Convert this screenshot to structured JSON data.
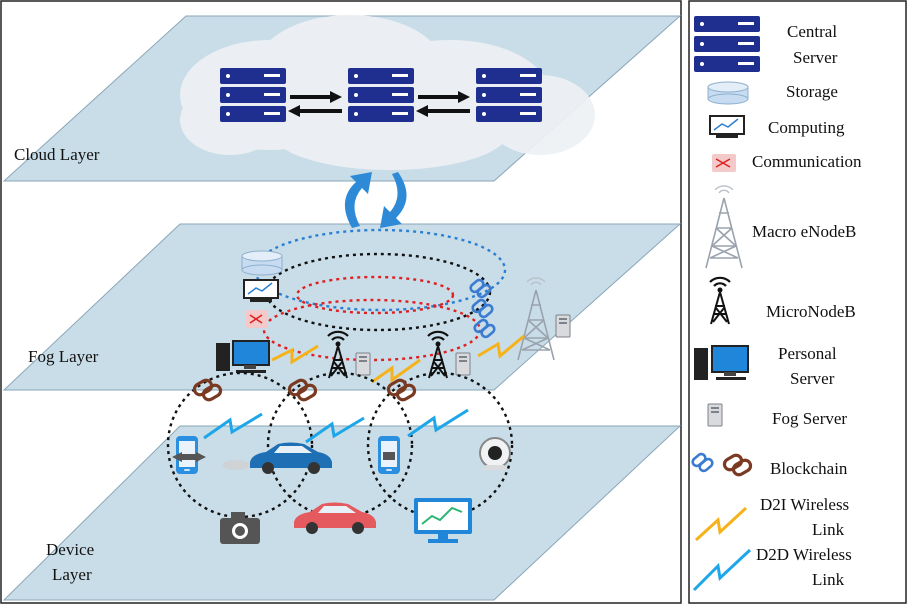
{
  "layers": {
    "cloud": "Cloud Layer",
    "fog": "Fog Layer",
    "device_line1": "Device",
    "device_line2": "Layer"
  },
  "legend": {
    "central_server_line1": "Central",
    "central_server_line2": "Server",
    "storage": "Storage",
    "computing": "Computing",
    "communication": "Communication",
    "macro_enodeb": "Macro eNodeB",
    "micronodeb": "MicroNodeB",
    "personal_server_line1": "Personal",
    "personal_server_line2": "Server",
    "fog_server": "Fog Server",
    "blockchain": "Blockchain",
    "d2i_line1": "D2I Wireless",
    "d2i_line2": "Link",
    "d2d_line1": "D2D Wireless",
    "d2d_line2": "Link"
  },
  "colors": {
    "plane_fill": "#c9dde8",
    "server_blue": "#1f2f8f",
    "arrow_blue": "#2e8ad6",
    "d2i_yellow": "#f5b21b",
    "d2d_blue": "#1ea7e8",
    "chain_brown": "#7a3a22",
    "chain_blue": "#3b7bd1",
    "car_blue": "#1f6fb5",
    "car_red": "#e45a5f",
    "ring_red": "#e02020",
    "ring_blue": "#2a7fd4"
  }
}
